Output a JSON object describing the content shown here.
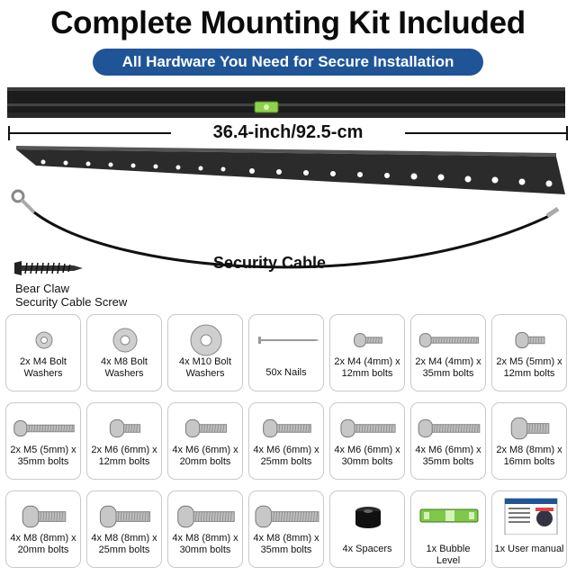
{
  "header": {
    "title": "Complete Mounting Kit Included",
    "subtitle": "All Hardware You Need for Secure Installation"
  },
  "rails": {
    "dimension_label": "36.4-inch/92.5-cm"
  },
  "cable": {
    "label": "Security Cable"
  },
  "screw": {
    "label_line1": "Bear Claw",
    "label_line2": "Security Cable Screw"
  },
  "kit_items": [
    {
      "icon": "washer-small-icon",
      "line1": "2x M4 Bolt",
      "line2": "Washers"
    },
    {
      "icon": "washer-medium-icon",
      "line1": "4x M8 Bolt",
      "line2": "Washers"
    },
    {
      "icon": "washer-large-icon",
      "line1": "4x M10 Bolt",
      "line2": "Washers"
    },
    {
      "icon": "nail-icon",
      "line1": "50x Nails",
      "line2": ""
    },
    {
      "icon": "bolt-icon",
      "line1": "2x M4 (4mm) x",
      "line2": "12mm bolts"
    },
    {
      "icon": "bolt-icon",
      "line1": "2x M4 (4mm) x",
      "line2": "35mm bolts"
    },
    {
      "icon": "bolt-icon",
      "line1": "2x M5 (5mm) x",
      "line2": "12mm bolts"
    },
    {
      "icon": "bolt-icon",
      "line1": "2x M5 (5mm) x",
      "line2": "35mm bolts"
    },
    {
      "icon": "bolt-icon",
      "line1": "2x M6 (6mm) x",
      "line2": "12mm bolts"
    },
    {
      "icon": "bolt-icon",
      "line1": "4x M6 (6mm) x",
      "line2": "20mm bolts"
    },
    {
      "icon": "bolt-icon",
      "line1": "4x M6 (6mm) x",
      "line2": "25mm bolts"
    },
    {
      "icon": "bolt-icon",
      "line1": "4x M6 (6mm) x",
      "line2": "30mm bolts"
    },
    {
      "icon": "bolt-icon",
      "line1": "4x M6 (6mm) x",
      "line2": "35mm bolts"
    },
    {
      "icon": "bolt-icon",
      "line1": "2x M8 (8mm) x",
      "line2": "16mm bolts"
    },
    {
      "icon": "bolt-icon",
      "line1": "4x M8 (8mm) x",
      "line2": "20mm bolts"
    },
    {
      "icon": "bolt-icon",
      "line1": "4x M8 (8mm) x",
      "line2": "25mm bolts"
    },
    {
      "icon": "bolt-icon",
      "line1": "4x M8 (8mm) x",
      "line2": "30mm bolts"
    },
    {
      "icon": "bolt-icon",
      "line1": "4x M8 (8mm) x",
      "line2": "35mm bolts"
    },
    {
      "icon": "spacer-icon",
      "line1": "4x Spacers",
      "line2": ""
    },
    {
      "icon": "bubble-level-icon",
      "line1": "1x Bubble Level",
      "line2": ""
    },
    {
      "icon": "user-manual-icon",
      "line1": "1x User manual",
      "line2": ""
    }
  ]
}
